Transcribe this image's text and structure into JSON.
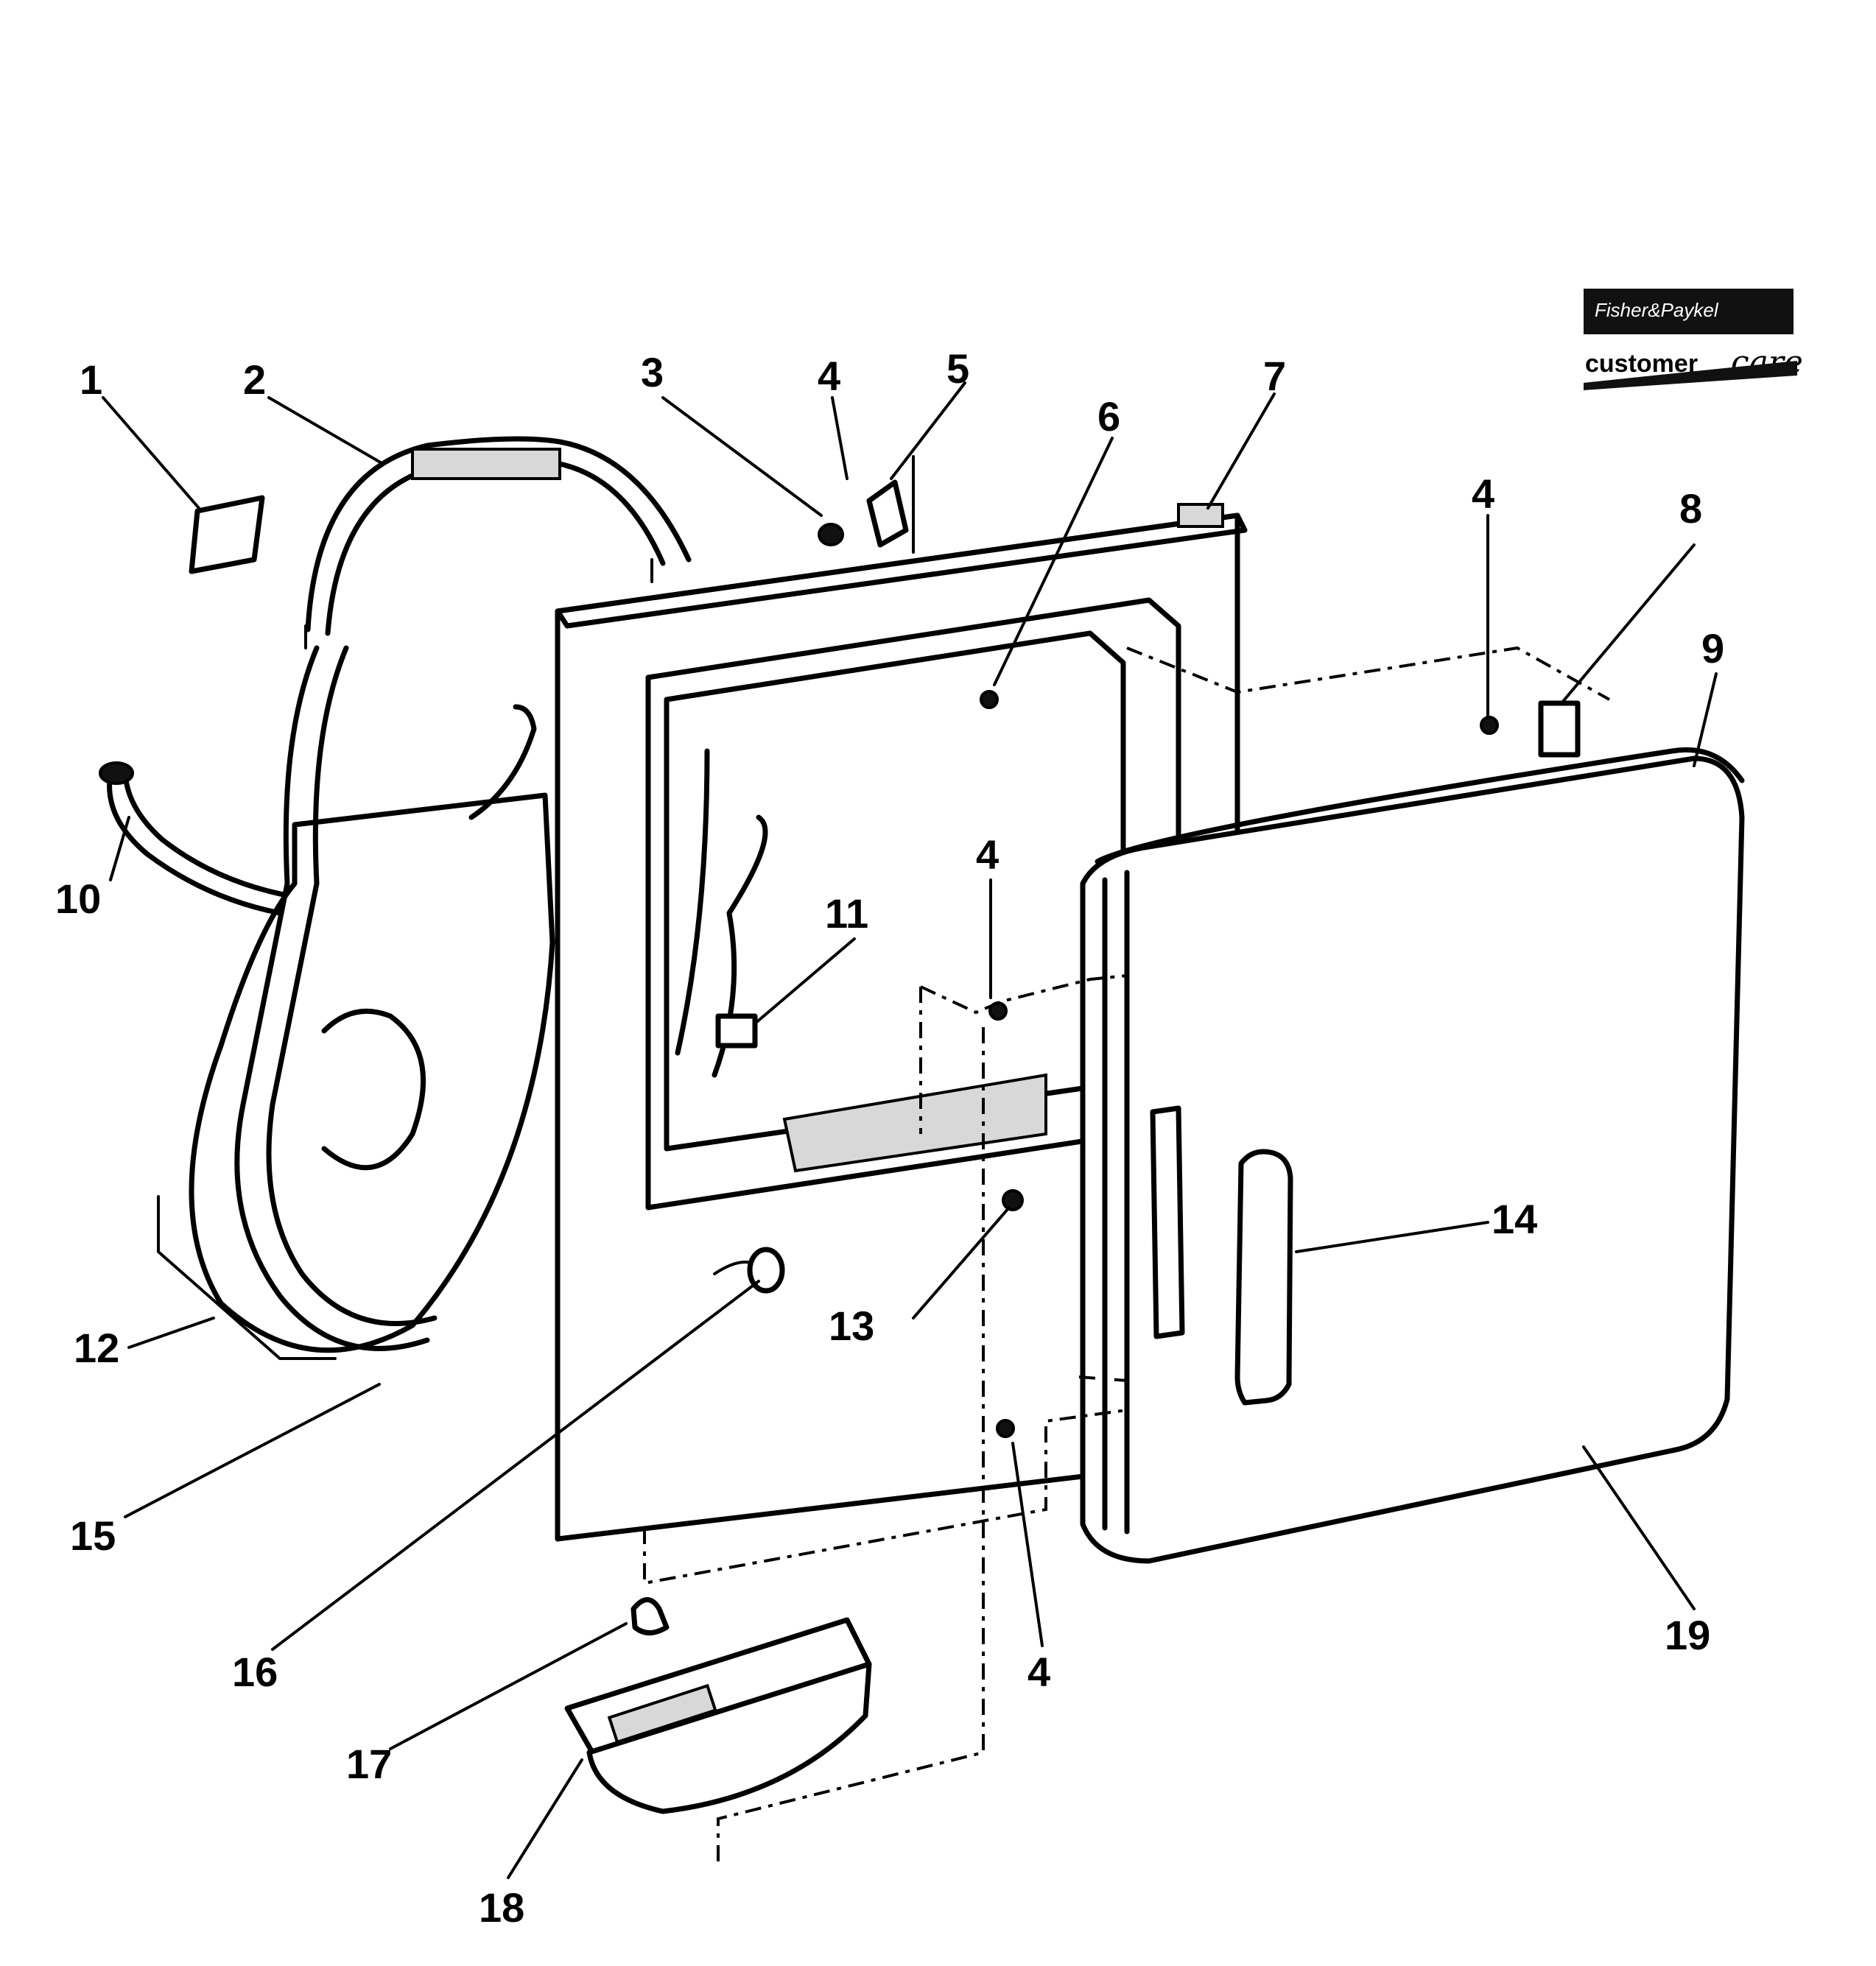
{
  "brand": {
    "logo_text": "Fisher&Paykel",
    "tagline_prefix": "customer",
    "tagline_suffix": "care"
  },
  "callouts": {
    "c1": "1",
    "c2": "2",
    "c3": "3",
    "c4a": "4",
    "c5": "5",
    "c6": "6",
    "c7": "7",
    "c4b": "4",
    "c8": "8",
    "c9": "9",
    "c10": "10",
    "c4c": "4",
    "c11": "11",
    "c14": "14",
    "c12": "12",
    "c13": "13",
    "c15": "15",
    "c16": "16",
    "c4d": "4",
    "c19": "19",
    "c17": "17",
    "c18": "18"
  }
}
